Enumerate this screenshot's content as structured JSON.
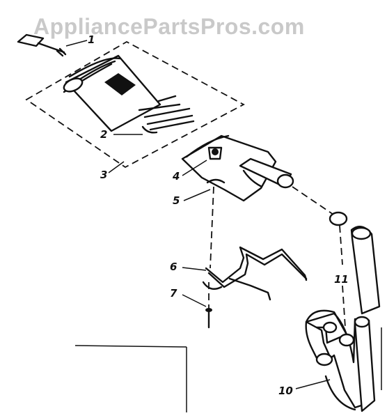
{
  "watermark": "AppliancePartsPros.com",
  "callouts": [
    {
      "id": "1",
      "label": "1"
    },
    {
      "id": "2",
      "label": "2"
    },
    {
      "id": "3",
      "label": "3"
    },
    {
      "id": "4",
      "label": "4"
    },
    {
      "id": "5",
      "label": "5"
    },
    {
      "id": "6",
      "label": "6"
    },
    {
      "id": "7",
      "label": "7"
    },
    {
      "id": "10",
      "label": "10"
    },
    {
      "id": "11",
      "label": "11"
    }
  ],
  "colors": {
    "ink": "#111111",
    "watermark": "#c9c9c9",
    "background": "#ffffff"
  }
}
